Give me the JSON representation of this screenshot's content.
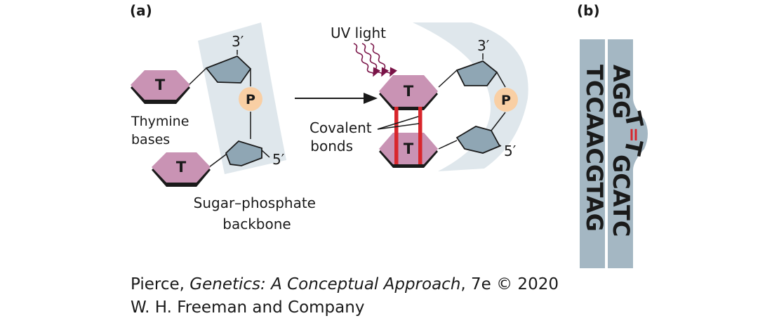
{
  "panel_a": {
    "label": "(a)",
    "base_letter": "T",
    "phosphate_letter": "P",
    "prime_3": "3′",
    "prime_5": "5′",
    "thymine_label": [
      "Thymine",
      "bases"
    ],
    "backbone_label": [
      "Sugar–phosphate",
      "backbone"
    ],
    "uv_label": "UV light",
    "covalent_label": [
      "Covalent",
      "bonds"
    ]
  },
  "panel_b": {
    "label": "(b)",
    "left_strand": "TCCAACGTAG",
    "right_strand_before": "AGG",
    "right_strand_dimer_1": "T",
    "right_strand_dimer_2": "T",
    "right_strand_after": "GCATC",
    "dimer_bond": "="
  },
  "caption": {
    "line1_prefix": "Pierce, ",
    "line1_title": "Genetics: A Conceptual Approach",
    "line1_suffix": ", 7e © 2020",
    "line2": "W. H. Freeman and Company"
  },
  "colors": {
    "base_fill": "#c993b4",
    "sugar_fill": "#8fa6b4",
    "phosphate_fill": "#f9cfa4",
    "backbone_band": "#dfe7ec",
    "bond_red": "#d8262c",
    "uv_purple": "#7a1448",
    "strand_band": "#a4b7c3"
  }
}
